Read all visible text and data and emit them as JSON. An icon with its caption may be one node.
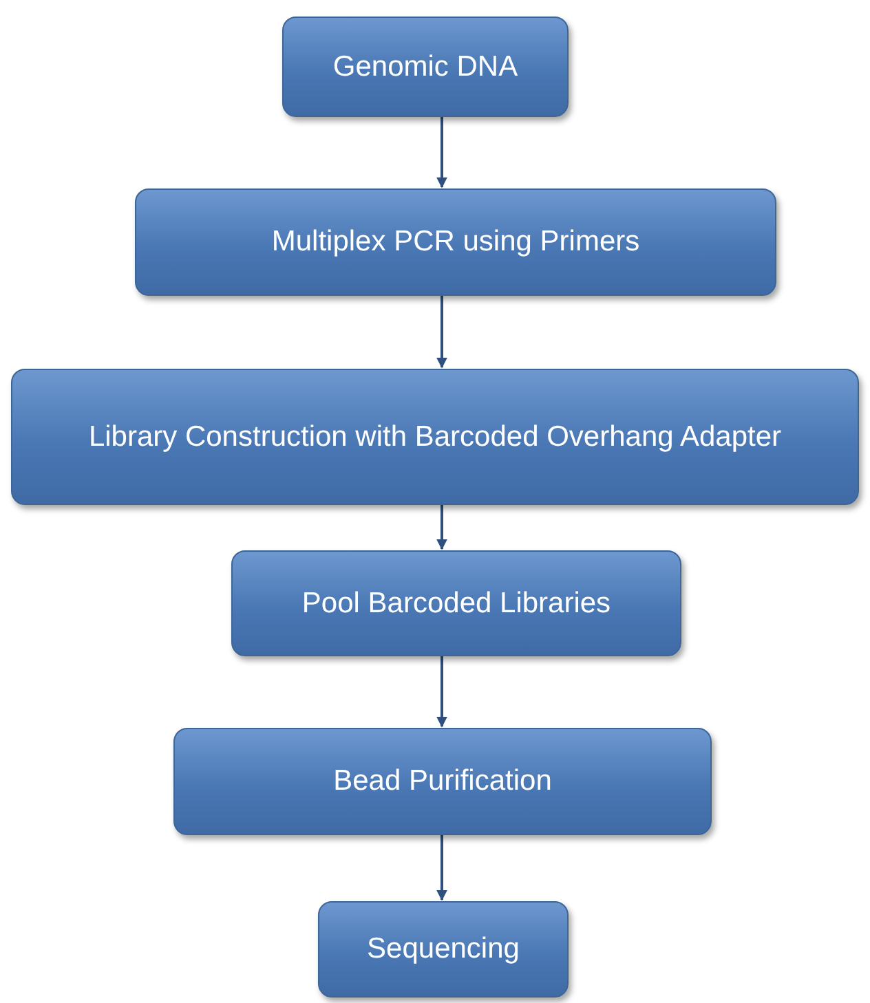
{
  "diagram": {
    "nodes": [
      {
        "text": [
          "Genomic DNA"
        ]
      },
      {
        "text": [
          "Multiplex PCR using Primers"
        ]
      },
      {
        "text": [
          "Library Construction with Barcoded Overhang Adapter"
        ]
      },
      {
        "text": [
          "Pool Barcoded Libraries"
        ]
      },
      {
        "text": [
          "Bead Purification"
        ]
      },
      {
        "text": [
          "Sequencing"
        ]
      }
    ],
    "edges": [
      {
        "from": 0,
        "to": 1,
        "arrow": "to"
      },
      {
        "from": 1,
        "to": 2,
        "arrow": "to"
      },
      {
        "from": 2,
        "to": 3,
        "arrow": "to"
      },
      {
        "from": 3,
        "to": 4,
        "arrow": "to"
      },
      {
        "from": 4,
        "to": 5,
        "arrow": "to"
      }
    ]
  }
}
